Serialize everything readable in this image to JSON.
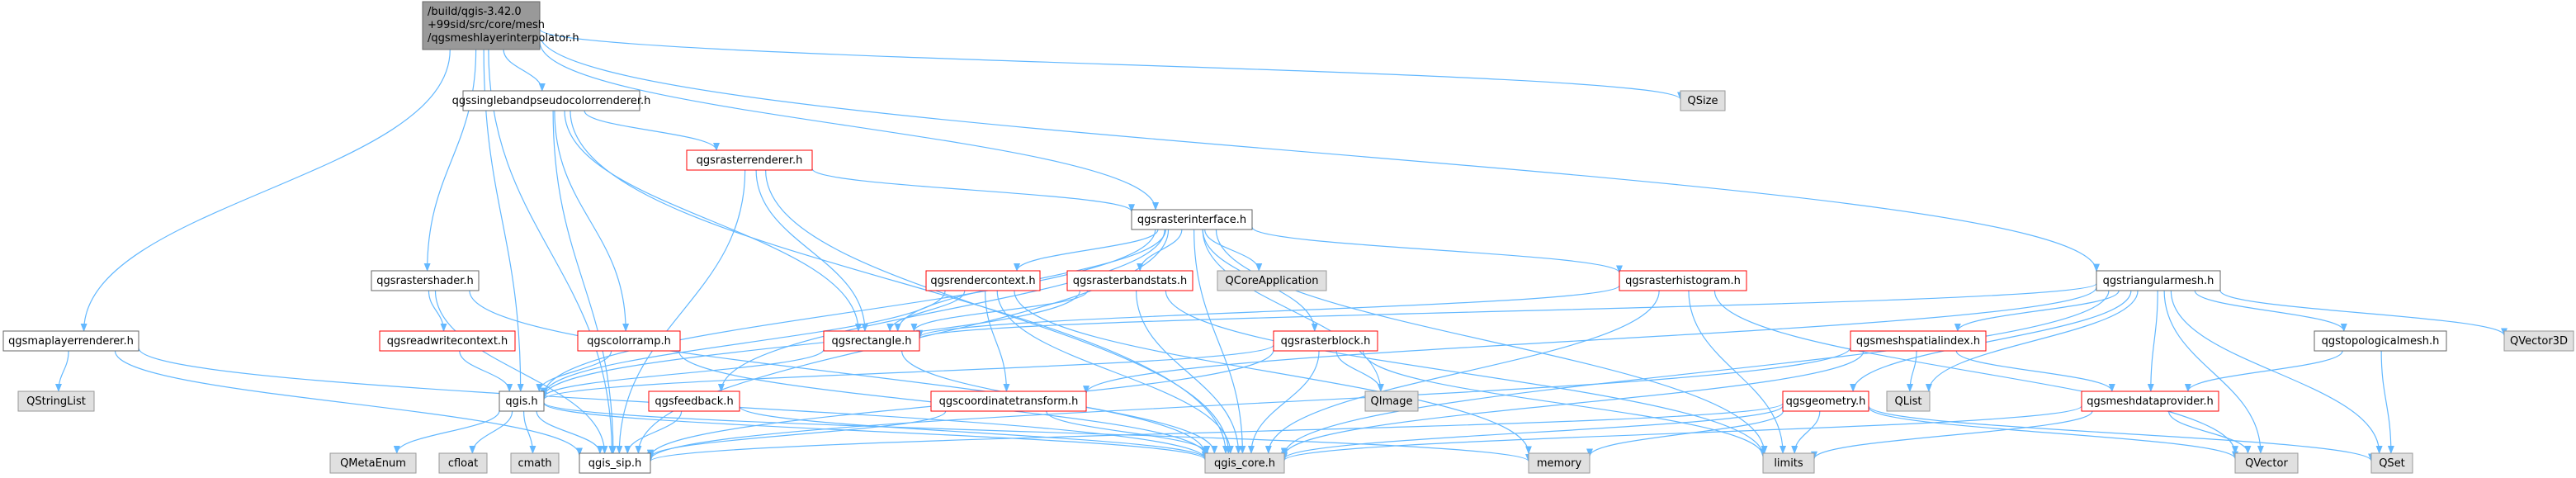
{
  "colors": {
    "root_fill": "#999999",
    "doc_fill": "#ffffff",
    "doc_border": "#666666",
    "missing_border": "#ff0000",
    "external_fill": "#e0e0e0",
    "external_border": "#999999",
    "edge": "#63b8ff"
  },
  "nodes": {
    "root": {
      "lines": [
        "/build/qgis-3.42.0",
        "+99sid/src/core/mesh",
        "/qgsmeshlayerinterpolator.h"
      ],
      "kind": "root"
    },
    "qsize": {
      "label": "QSize",
      "kind": "external"
    },
    "qgssinglebandpseudocolorrenderer": {
      "label": "qgssinglebandpseudocolorrenderer.h",
      "kind": "doc"
    },
    "qgsrasterrenderer": {
      "label": "qgsrasterrenderer.h",
      "kind": "missing"
    },
    "qgsrasterinterface": {
      "label": "qgsrasterinterface.h",
      "kind": "doc"
    },
    "qgstriangularmesh": {
      "label": "qgstriangularmesh.h",
      "kind": "doc"
    },
    "qgsrastershader": {
      "label": "qgsrastershader.h",
      "kind": "doc"
    },
    "qgsrendercontext": {
      "label": "qgsrendercontext.h",
      "kind": "missing"
    },
    "qgsrasterbandstats": {
      "label": "qgsrasterbandstats.h",
      "kind": "missing"
    },
    "qcoreapplication": {
      "label": "QCoreApplication",
      "kind": "external"
    },
    "qgsrasterhistogram": {
      "label": "qgsrasterhistogram.h",
      "kind": "missing"
    },
    "qgsmaplayerrenderer": {
      "label": "qgsmaplayerrenderer.h",
      "kind": "doc"
    },
    "qgsreadwritecontext": {
      "label": "qgsreadwritecontext.h",
      "kind": "missing"
    },
    "qgscolorramp": {
      "label": "qgscolorramp.h",
      "kind": "missing"
    },
    "qgsrectangle": {
      "label": "qgsrectangle.h",
      "kind": "missing"
    },
    "qgsrasterblock": {
      "label": "qgsrasterblock.h",
      "kind": "missing"
    },
    "qgsmeshspatialindex": {
      "label": "qgsmeshspatialindex.h",
      "kind": "missing"
    },
    "qgstopologicalmesh": {
      "label": "qgstopologicalmesh.h",
      "kind": "doc"
    },
    "qvector3d": {
      "label": "QVector3D",
      "kind": "external"
    },
    "qstringlist": {
      "label": "QStringList",
      "kind": "external"
    },
    "qgis": {
      "label": "qgis.h",
      "kind": "doc"
    },
    "qgsfeedback": {
      "label": "qgsfeedback.h",
      "kind": "missing"
    },
    "qgscoordinatetransform": {
      "label": "qgscoordinatetransform.h",
      "kind": "missing"
    },
    "qimage": {
      "label": "QImage",
      "kind": "external"
    },
    "qlist": {
      "label": "QList",
      "kind": "external"
    },
    "qgsgeometry": {
      "label": "qgsgeometry.h",
      "kind": "missing"
    },
    "qgsmeshdataprovider": {
      "label": "qgsmeshdataprovider.h",
      "kind": "missing"
    },
    "qmetaenum": {
      "label": "QMetaEnum",
      "kind": "external"
    },
    "cfloat": {
      "label": "cfloat",
      "kind": "external"
    },
    "cmath": {
      "label": "cmath",
      "kind": "external"
    },
    "qgis_sip": {
      "label": "qgis_sip.h",
      "kind": "doc"
    },
    "qgis_core": {
      "label": "qgis_core.h",
      "kind": "external"
    },
    "memory": {
      "label": "memory",
      "kind": "external"
    },
    "limits": {
      "label": "limits",
      "kind": "external"
    },
    "qvector": {
      "label": "QVector",
      "kind": "external"
    },
    "qset": {
      "label": "QSet",
      "kind": "external"
    }
  },
  "edges": [
    [
      "root",
      "qsize"
    ],
    [
      "root",
      "qgssinglebandpseudocolorrenderer"
    ],
    [
      "root",
      "qgsrasterinterface"
    ],
    [
      "root",
      "qgstriangularmesh"
    ],
    [
      "root",
      "qgsrastershader"
    ],
    [
      "root",
      "qgsmaplayerrenderer"
    ],
    [
      "root",
      "qgis"
    ],
    [
      "root",
      "qgis_sip"
    ],
    [
      "qgssinglebandpseudocolorrenderer",
      "qgsrasterrenderer"
    ],
    [
      "qgssinglebandpseudocolorrenderer",
      "qgscolorramp"
    ],
    [
      "qgssinglebandpseudocolorrenderer",
      "qgsrectangle"
    ],
    [
      "qgssinglebandpseudocolorrenderer",
      "qgis_sip"
    ],
    [
      "qgssinglebandpseudocolorrenderer",
      "qgis_core"
    ],
    [
      "qgsrasterrenderer",
      "qgsrasterinterface"
    ],
    [
      "qgsrasterrenderer",
      "qgsrectangle"
    ],
    [
      "qgsrasterrenderer",
      "qgis_sip"
    ],
    [
      "qgsrasterrenderer",
      "qgis_core"
    ],
    [
      "qgsrasterinterface",
      "qgsrendercontext"
    ],
    [
      "qgsrasterinterface",
      "qgsrasterbandstats"
    ],
    [
      "qgsrasterinterface",
      "qcoreapplication"
    ],
    [
      "qgsrasterinterface",
      "qgsrasterhistogram"
    ],
    [
      "qgsrasterinterface",
      "qgsrectangle"
    ],
    [
      "qgsrasterinterface",
      "qgsrasterblock"
    ],
    [
      "qgsrasterinterface",
      "qimage"
    ],
    [
      "qgsrasterinterface",
      "qgis"
    ],
    [
      "qgsrasterinterface",
      "qgsfeedback"
    ],
    [
      "qgsrasterinterface",
      "qgis_sip"
    ],
    [
      "qgsrasterinterface",
      "qgis_core"
    ],
    [
      "qgsrasterinterface",
      "limits"
    ],
    [
      "qgsrastershader",
      "qgsreadwritecontext"
    ],
    [
      "qgsrastershader",
      "qgis_sip"
    ],
    [
      "qgsrastershader",
      "qgis_core"
    ],
    [
      "qgsmaplayerrenderer",
      "qstringlist"
    ],
    [
      "qgsmaplayerrenderer",
      "qgis_sip"
    ],
    [
      "qgsmaplayerrenderer",
      "qgis_core"
    ],
    [
      "qgsreadwritecontext",
      "qgis"
    ],
    [
      "qgscolorramp",
      "qgis"
    ],
    [
      "qgscolorramp",
      "qgis_core"
    ],
    [
      "qgsrendercontext",
      "qgsrectangle"
    ],
    [
      "qgsrendercontext",
      "qgscoordinatetransform"
    ],
    [
      "qgsrendercontext",
      "qgis"
    ],
    [
      "qgsrendercontext",
      "qgis_core"
    ],
    [
      "qgsrendercontext",
      "memory"
    ],
    [
      "qgsrasterbandstats",
      "qgsrectangle"
    ],
    [
      "qgsrasterbandstats",
      "qgis"
    ],
    [
      "qgsrasterbandstats",
      "qgis_core"
    ],
    [
      "qgsrasterbandstats",
      "limits"
    ],
    [
      "qgsrasterhistogram",
      "qgsrectangle"
    ],
    [
      "qgsrasterhistogram",
      "qgis_core"
    ],
    [
      "qgsrasterhistogram",
      "limits"
    ],
    [
      "qgsrasterhistogram",
      "qvector"
    ],
    [
      "qgsrectangle",
      "qgis"
    ],
    [
      "qgsrectangle",
      "qgis_core"
    ],
    [
      "qgsrasterblock",
      "qimage"
    ],
    [
      "qgsrasterblock",
      "qgis"
    ],
    [
      "qgsrasterblock",
      "qgis_sip"
    ],
    [
      "qgsrasterblock",
      "qgis_core"
    ],
    [
      "qgsrasterblock",
      "limits"
    ],
    [
      "qgstriangularmesh",
      "qvector3d"
    ],
    [
      "qgstriangularmesh",
      "qgstopologicalmesh"
    ],
    [
      "qgstriangularmesh",
      "qgsmeshspatialindex"
    ],
    [
      "qgstriangularmesh",
      "qgsmeshdataprovider"
    ],
    [
      "qgstriangularmesh",
      "qgsgeometry"
    ],
    [
      "qgstriangularmesh",
      "qgsrectangle"
    ],
    [
      "qgstriangularmesh",
      "qgscoordinatetransform"
    ],
    [
      "qgstriangularmesh",
      "qlist"
    ],
    [
      "qgstriangularmesh",
      "qvector"
    ],
    [
      "qgstriangularmesh",
      "qset"
    ],
    [
      "qgstriangularmesh",
      "qgis_core"
    ],
    [
      "qgstopologicalmesh",
      "qgsmeshdataprovider"
    ],
    [
      "qgstopologicalmesh",
      "qset"
    ],
    [
      "qgsmeshspatialindex",
      "qlist"
    ],
    [
      "qgsmeshspatialindex",
      "qgsmeshdataprovider"
    ],
    [
      "qgsmeshspatialindex",
      "qgis_sip"
    ],
    [
      "qgsmeshspatialindex",
      "qgis_core"
    ],
    [
      "qgsmeshdataprovider",
      "qvector"
    ],
    [
      "qgsmeshdataprovider",
      "limits"
    ],
    [
      "qgsmeshdataprovider",
      "qgis_core"
    ],
    [
      "qgsgeometry",
      "qgis_sip"
    ],
    [
      "qgsgeometry",
      "qgis_core"
    ],
    [
      "qgsgeometry",
      "memory"
    ],
    [
      "qgsgeometry",
      "limits"
    ],
    [
      "qgsgeometry",
      "qvector"
    ],
    [
      "qgsgeometry",
      "qset"
    ],
    [
      "qgsfeedback",
      "qgis_sip"
    ],
    [
      "qgsfeedback",
      "qgis_core"
    ],
    [
      "qgscoordinatetransform",
      "qgis_sip"
    ],
    [
      "qgscoordinatetransform",
      "qgis_core"
    ],
    [
      "qgis",
      "qmetaenum"
    ],
    [
      "qgis",
      "cfloat"
    ],
    [
      "qgis",
      "cmath"
    ],
    [
      "qgis",
      "qgis_sip"
    ],
    [
      "qgis",
      "qgis_core"
    ],
    [
      "qgis",
      "memory"
    ]
  ]
}
